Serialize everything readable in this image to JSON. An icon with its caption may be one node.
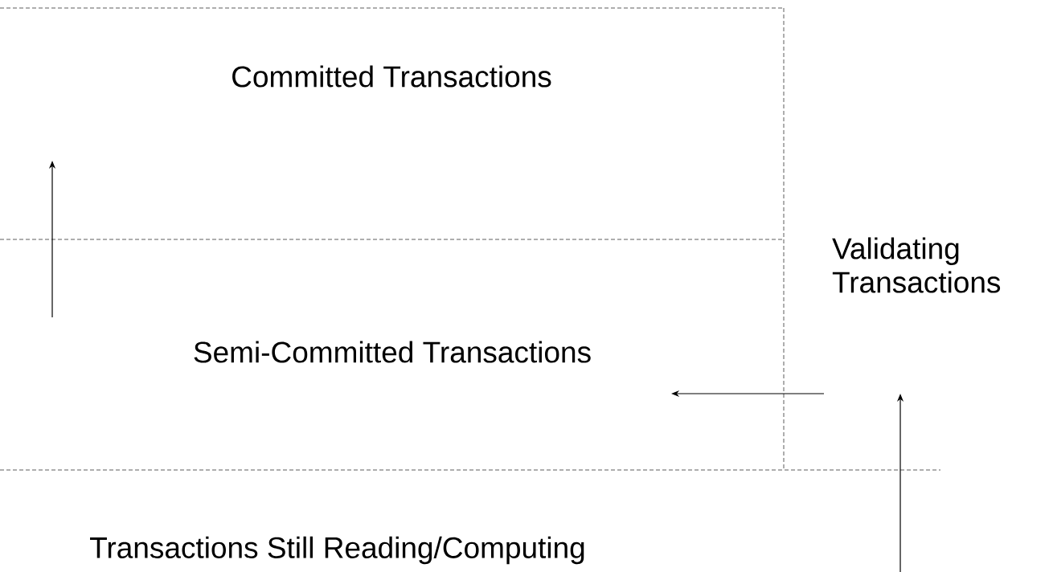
{
  "diagram": {
    "nodes": [
      {
        "text": [
          "Committed Transactions"
        ]
      },
      {
        "text": [
          "Semi-Committed Transactions"
        ]
      },
      {
        "text": [
          "Transactions Still Reading/Computing"
        ]
      },
      {
        "text": [
          "Validating Transactions"
        ]
      }
    ]
  }
}
